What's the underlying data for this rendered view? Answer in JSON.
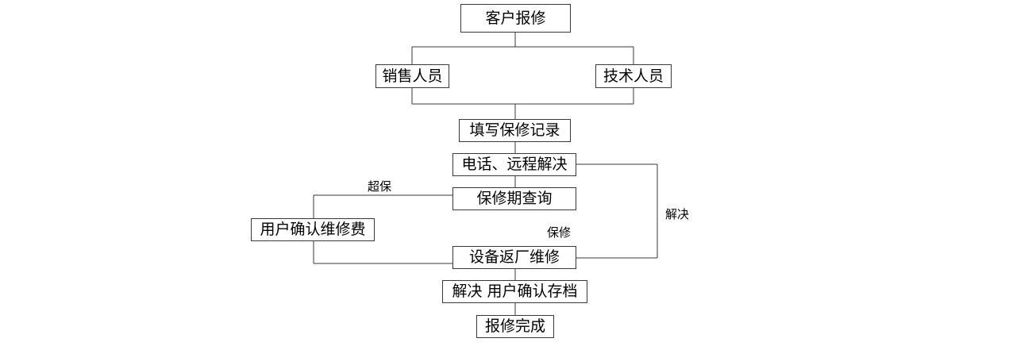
{
  "diagram": {
    "nodes": {
      "customer_report": "客户报修",
      "sales_staff": "销售人员",
      "tech_staff": "技术人员",
      "fill_record": "填写保修记录",
      "phone_remote": "电话、远程解决",
      "warranty_check": "保修期查询",
      "user_confirm_fee": "用户确认维修费",
      "return_factory": "设备返厂维修",
      "resolve_archive": "解决 用户确认存档",
      "done": "报修完成"
    },
    "edge_labels": {
      "out_of_warranty": "超保",
      "in_warranty": "保修",
      "resolved": "解决"
    }
  }
}
